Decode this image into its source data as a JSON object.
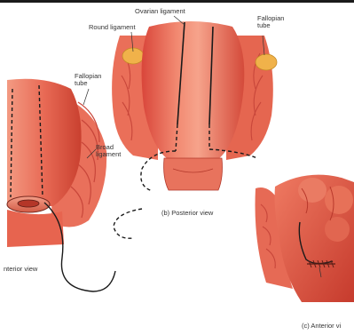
{
  "labels": {
    "ovarian_ligament": "Ovarian ligament",
    "round_ligament": "Round ligament",
    "fallopian_tube_top": "Fallopian tube",
    "fallopian_tube_left": "Fallopian tube",
    "broad_ligament": "Broad ligament"
  },
  "captions": {
    "b": "(b)  Posterior view",
    "a": "nterior view",
    "c": "(c)  Anterior vi"
  },
  "colors": {
    "tissue": "#e8614e",
    "tissue_light": "#f4a48e",
    "tissue_dark": "#c23a2c",
    "ovary": "#f0b24a",
    "background": "#ffffff"
  }
}
